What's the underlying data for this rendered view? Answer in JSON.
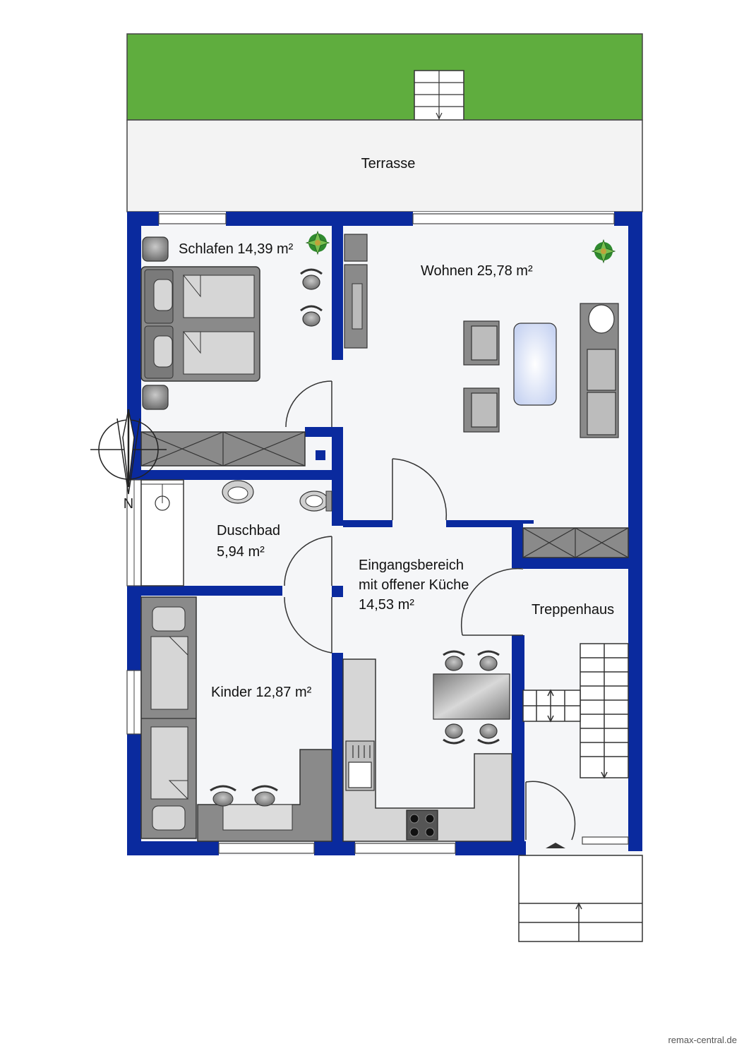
{
  "plan": {
    "terrace_label": "Terrasse",
    "rooms": {
      "schlafen": "Schlafen 14,39 m²",
      "wohnen": "Wohnen 25,78 m²",
      "duschbad_name": "Duschbad",
      "duschbad_area": "5,94 m²",
      "eingang_line1": "Eingangsbereich",
      "eingang_line2": "mit offener Küche",
      "eingang_area": "14,53 m²",
      "treppenhaus": "Treppenhaus",
      "kinder": "Kinder 12,87 m²"
    },
    "compass_label": "N",
    "credit": "remax-central.de"
  },
  "colors": {
    "wall": "#0a2a9e",
    "grass": "#5fad3e",
    "floor": "#f5f6f8",
    "furniture": "#8a8a8a"
  }
}
